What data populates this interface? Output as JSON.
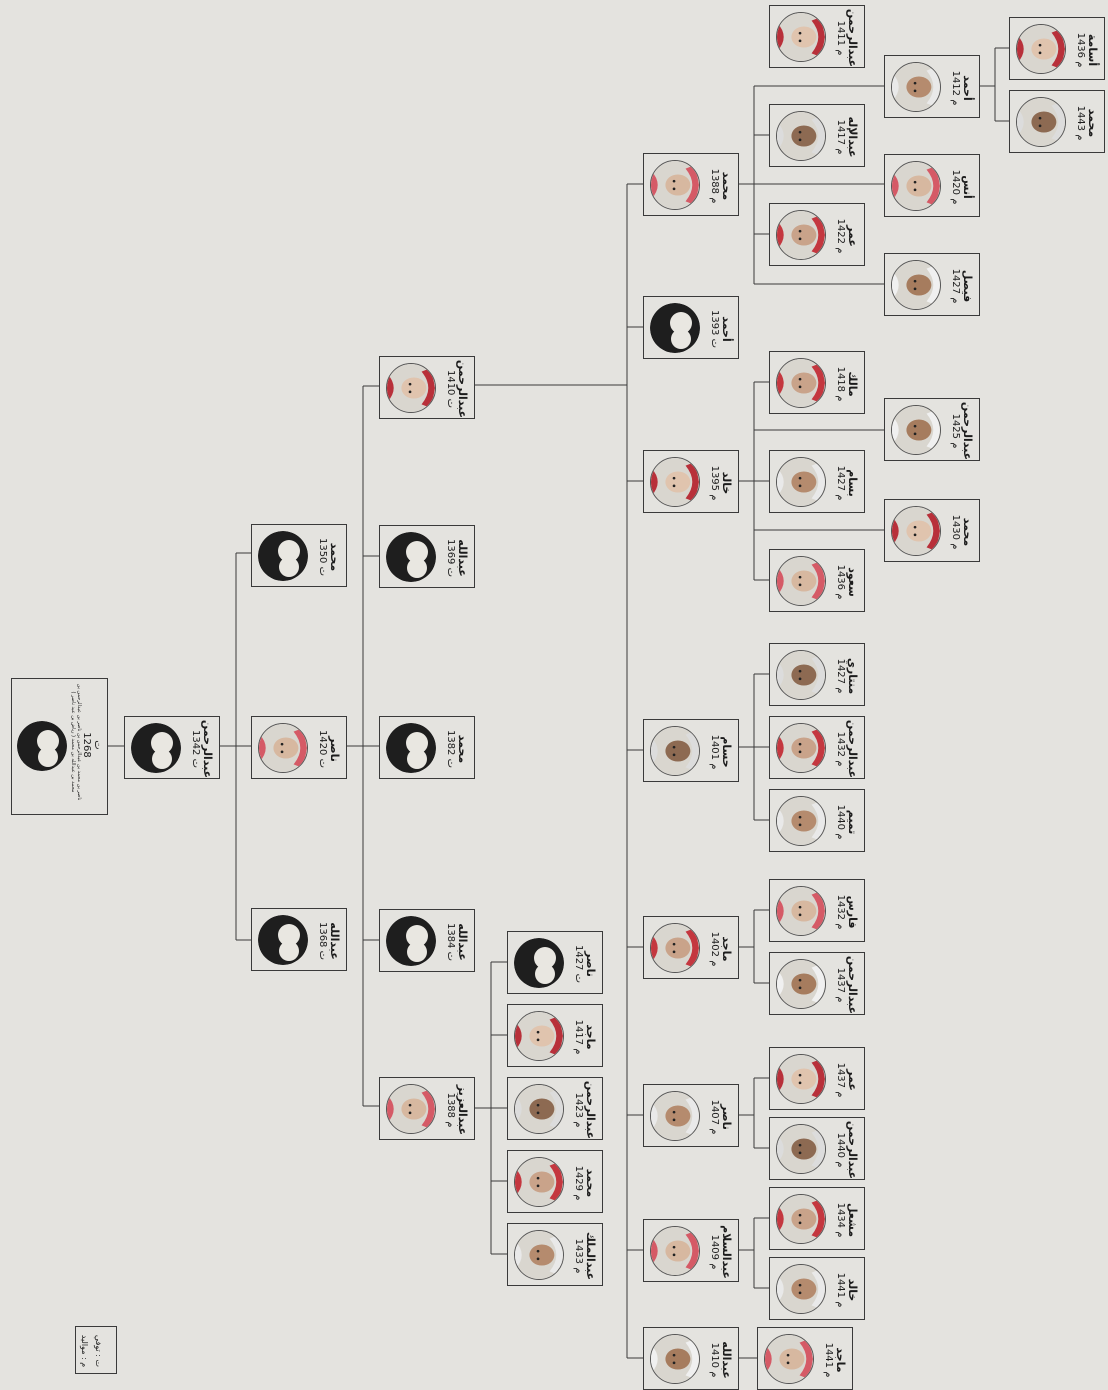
{
  "root": {
    "name_line": "ناصر بن محمد بن عبدالرحمن بن ناصر بن عبدالرحمن بن محمد بن عبدالله بن محمد ( رباض بن عبد ناصر )",
    "year": "ت 1268"
  },
  "legend": {
    "death": "ت : توفي",
    "birth": "م : مواليد"
  },
  "people": [
    {
      "id": "p1",
      "name": "عبدالرحمن",
      "year": "ت 1342"
    },
    {
      "id": "p2",
      "name": "محمد",
      "year": "ت 1350"
    },
    {
      "id": "p3",
      "name": "ناصر",
      "year": "ت 1420"
    },
    {
      "id": "p4",
      "name": "عبدالله",
      "year": "ت 1368"
    },
    {
      "id": "p5",
      "name": "عبدالرحمن",
      "year": "ت 1410"
    },
    {
      "id": "p6",
      "name": "عبدالله",
      "year": "ت 1369"
    },
    {
      "id": "p7",
      "name": "محمد",
      "year": "ت 1382"
    },
    {
      "id": "p8",
      "name": "عبدالله",
      "year": "ت 1384"
    },
    {
      "id": "p9",
      "name": "عبدالعزيز",
      "year": "م 1388"
    },
    {
      "id": "p10",
      "name": "ناصر",
      "year": "ت 1427"
    },
    {
      "id": "p11",
      "name": "ماجد",
      "year": "م 1417"
    },
    {
      "id": "p12",
      "name": "عبدالرحمن",
      "year": "م 1423"
    },
    {
      "id": "p13",
      "name": "محمد",
      "year": "م 1429"
    },
    {
      "id": "p14",
      "name": "عبدالملك",
      "year": "م 1433"
    },
    {
      "id": "p15",
      "name": "محمد",
      "year": "م 1388"
    },
    {
      "id": "p16",
      "name": "أحمد",
      "year": "ت 1393"
    },
    {
      "id": "p17",
      "name": "خالد",
      "year": "م 1395"
    },
    {
      "id": "p18",
      "name": "حسام",
      "year": "م 1401"
    },
    {
      "id": "p19",
      "name": "ماجد",
      "year": "م 1402"
    },
    {
      "id": "p20",
      "name": "ناصر",
      "year": "م 1407"
    },
    {
      "id": "p21",
      "name": "عبدالسلام",
      "year": "م 1409"
    },
    {
      "id": "p22",
      "name": "عبدالله",
      "year": "م 1410"
    },
    {
      "id": "p23",
      "name": "عبدالرحمن",
      "year": "م 1411"
    },
    {
      "id": "p24",
      "name": "عبدالإله",
      "year": "م 1417"
    },
    {
      "id": "p25",
      "name": "عمر",
      "year": "م 1422"
    },
    {
      "id": "p26",
      "name": "أحمد",
      "year": "م 1412"
    },
    {
      "id": "p27",
      "name": "أنس",
      "year": "م 1420"
    },
    {
      "id": "p28",
      "name": "فيصل",
      "year": "م 1427"
    },
    {
      "id": "p29",
      "name": "أسامة",
      "year": "م 1436"
    },
    {
      "id": "p30",
      "name": "محمد",
      "year": "م 1443"
    },
    {
      "id": "p31",
      "name": "مالك",
      "year": "م 1418"
    },
    {
      "id": "p32",
      "name": "بسام",
      "year": "م 1427"
    },
    {
      "id": "p33",
      "name": "سعود",
      "year": "م 1436"
    },
    {
      "id": "p34",
      "name": "عبدالرحمن",
      "year": "م 1425"
    },
    {
      "id": "p35",
      "name": "محمد",
      "year": "م 1430"
    },
    {
      "id": "p36",
      "name": "منتاري",
      "year": "م 1427"
    },
    {
      "id": "p37",
      "name": "عبدالرحمن",
      "year": "م 1432"
    },
    {
      "id": "p38",
      "name": "تميم",
      "year": "م 1440"
    },
    {
      "id": "p39",
      "name": "فارس",
      "year": "م 1432"
    },
    {
      "id": "p40",
      "name": "عبدالرحمن",
      "year": "م 1437"
    },
    {
      "id": "p41",
      "name": "عمر",
      "year": "م 1437"
    },
    {
      "id": "p42",
      "name": "عبدالرحمن",
      "year": "م 1440"
    },
    {
      "id": "p43",
      "name": "مشعل",
      "year": "م 1434"
    },
    {
      "id": "p44",
      "name": "خالد",
      "year": "م 1441"
    },
    {
      "id": "p45",
      "name": "ماجد",
      "year": "م 1441"
    }
  ],
  "colors": {
    "background": "#e4e3df",
    "line": "#3a3a3a",
    "placeholder": "#1e1e1e",
    "placeholder_light": "#e9e7e1"
  }
}
